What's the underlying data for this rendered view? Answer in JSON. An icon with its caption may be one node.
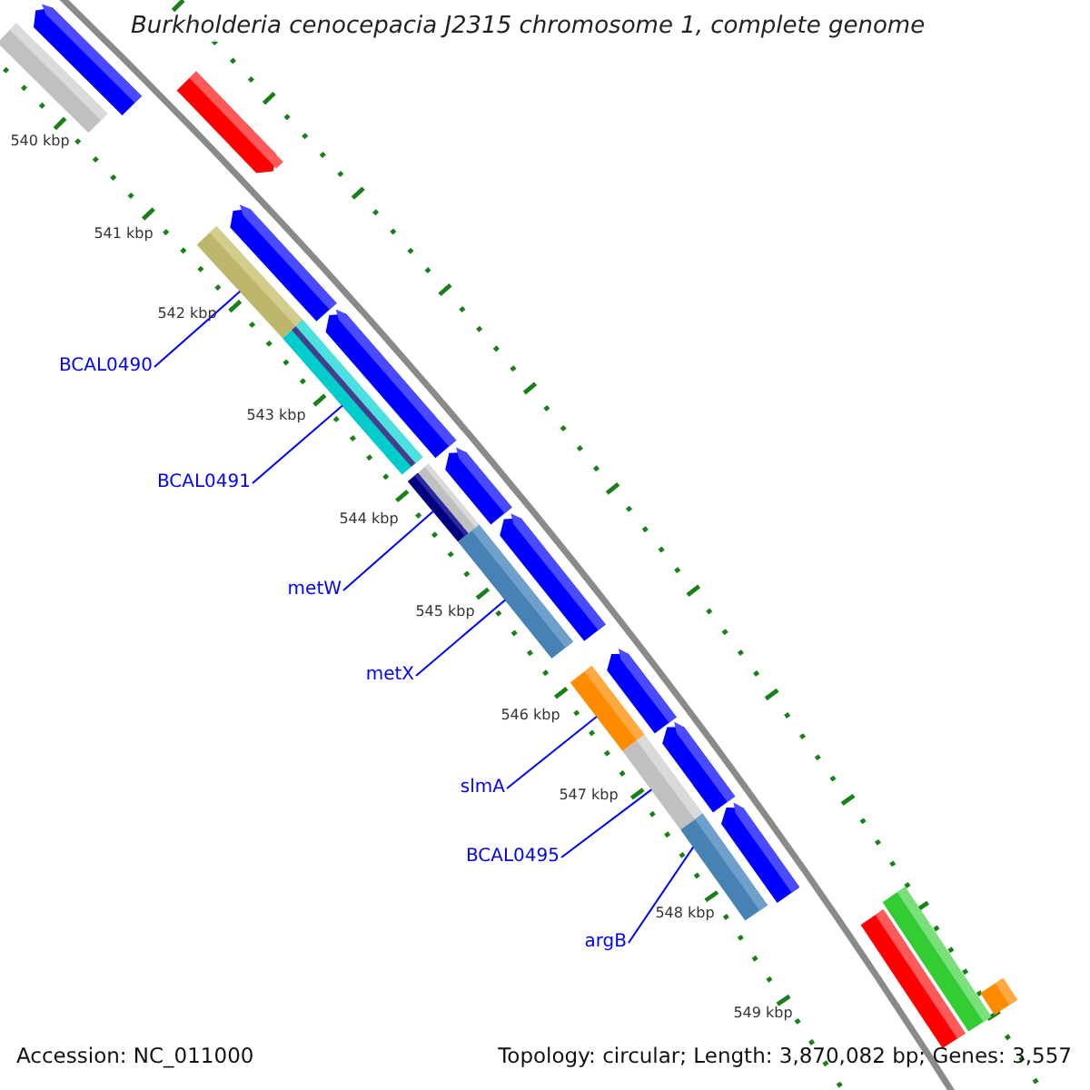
{
  "diagram": {
    "title": "Burkholderia cenocepacia J2315 chromosome 1, complete genome",
    "nodes": [
      {
        "text": [
          "BCAL0490"
        ]
      },
      {
        "text": [
          "BCAL0491"
        ]
      },
      {
        "text": [
          "metW"
        ]
      },
      {
        "text": [
          "metX"
        ]
      },
      {
        "text": [
          "slmA"
        ]
      },
      {
        "text": [
          "BCAL0495"
        ]
      },
      {
        "text": [
          "argB"
        ]
      },
      {
        "text": [],
        "shape": "bar"
      },
      {
        "text": [],
        "shape": "bar"
      },
      {
        "text": [],
        "shape": "bar"
      },
      {
        "text": [],
        "shape": "bar"
      },
      {
        "text": [],
        "shape": "bar"
      },
      {
        "text": [],
        "shape": "bar"
      },
      {
        "text": [],
        "shape": "bar"
      },
      {
        "text": [],
        "shape": "bar"
      },
      {
        "text": [],
        "shape": "bar"
      },
      {
        "text": [],
        "shape": "arrow"
      },
      {
        "text": [],
        "shape": "arrow"
      },
      {
        "text": [],
        "shape": "arrow"
      },
      {
        "text": [],
        "shape": "arrow"
      },
      {
        "text": [],
        "shape": "arrow"
      },
      {
        "text": [],
        "shape": "arrow"
      },
      {
        "text": [],
        "shape": "arrow"
      },
      {
        "text": [],
        "shape": "arrow"
      },
      {
        "text": [],
        "shape": "arrow"
      },
      {
        "text": [],
        "shape": "bar"
      },
      {
        "text": [],
        "shape": "bar"
      },
      {
        "text": [],
        "shape": "bar"
      }
    ],
    "edges": [
      {
        "from": 0,
        "to": 7,
        "arrow": "none"
      },
      {
        "from": 1,
        "to": 8,
        "arrow": "none"
      },
      {
        "from": 2,
        "to": 9,
        "arrow": "none"
      },
      {
        "from": 3,
        "to": 10,
        "arrow": "none"
      },
      {
        "from": 4,
        "to": 11,
        "arrow": "none"
      },
      {
        "from": 5,
        "to": 12,
        "arrow": "none"
      },
      {
        "from": 6,
        "to": 13,
        "arrow": "none"
      }
    ],
    "labels": [
      "540 kbp",
      "541 kbp",
      "542 kbp",
      "543 kbp",
      "544 kbp",
      "545 kbp",
      "546 kbp",
      "547 kbp",
      "548 kbp",
      "549 kbp",
      "Accession: NC_011000",
      "Topology: circular; Length: 3,870,082 bp; Genes: 3,557"
    ]
  }
}
